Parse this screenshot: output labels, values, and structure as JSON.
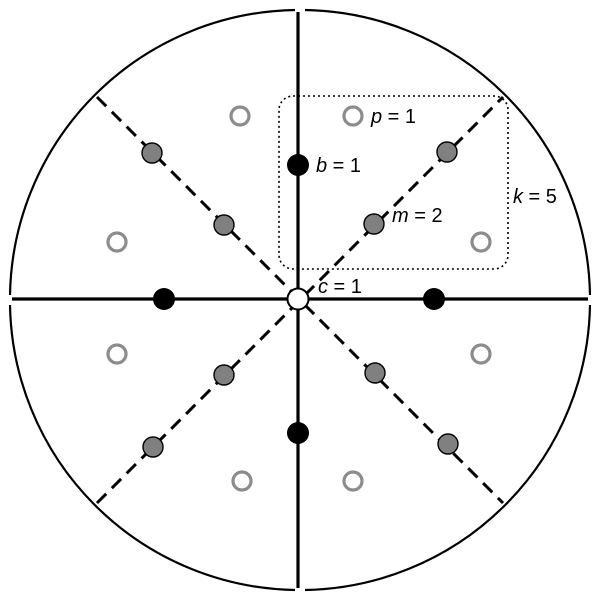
{
  "diagram": {
    "colors": {
      "line": "#000000",
      "black_dot": "#000000",
      "grey_dot_fill": "#808080",
      "hollow_grey_stroke": "#8c8c8c",
      "background": "#ffffff"
    },
    "labels": {
      "p": {
        "var": "p",
        "rest": " = 1"
      },
      "b": {
        "var": "b",
        "rest": " = 1"
      },
      "m": {
        "var": "m",
        "rest": " = 2"
      },
      "k": {
        "var": "k",
        "rest": " = 5"
      },
      "c": {
        "var": "c",
        "rest": " = 1"
      }
    }
  }
}
